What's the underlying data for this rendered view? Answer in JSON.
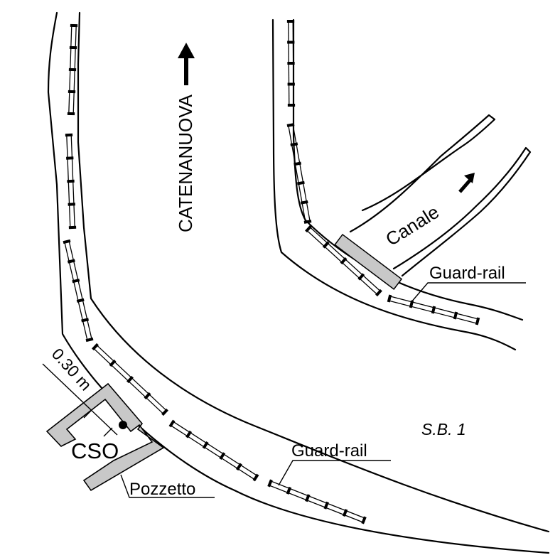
{
  "labels": {
    "direction": "CATENANUOVA",
    "canal": "Canale",
    "guardrail_upper": "Guard-rail",
    "guardrail_lower": "Guard-rail",
    "road_code": "S.B. 1",
    "distance": "0.30 m",
    "cso": "CSO",
    "manhole": "Pozzetto"
  },
  "colors": {
    "line": "#000000",
    "fill_gray": "#c8c8c8",
    "background": "#ffffff"
  },
  "icons": {
    "north_arrow": "arrow-up-icon",
    "canal_flow": "arrow-up-right-icon",
    "cso_point": "dot-icon"
  }
}
